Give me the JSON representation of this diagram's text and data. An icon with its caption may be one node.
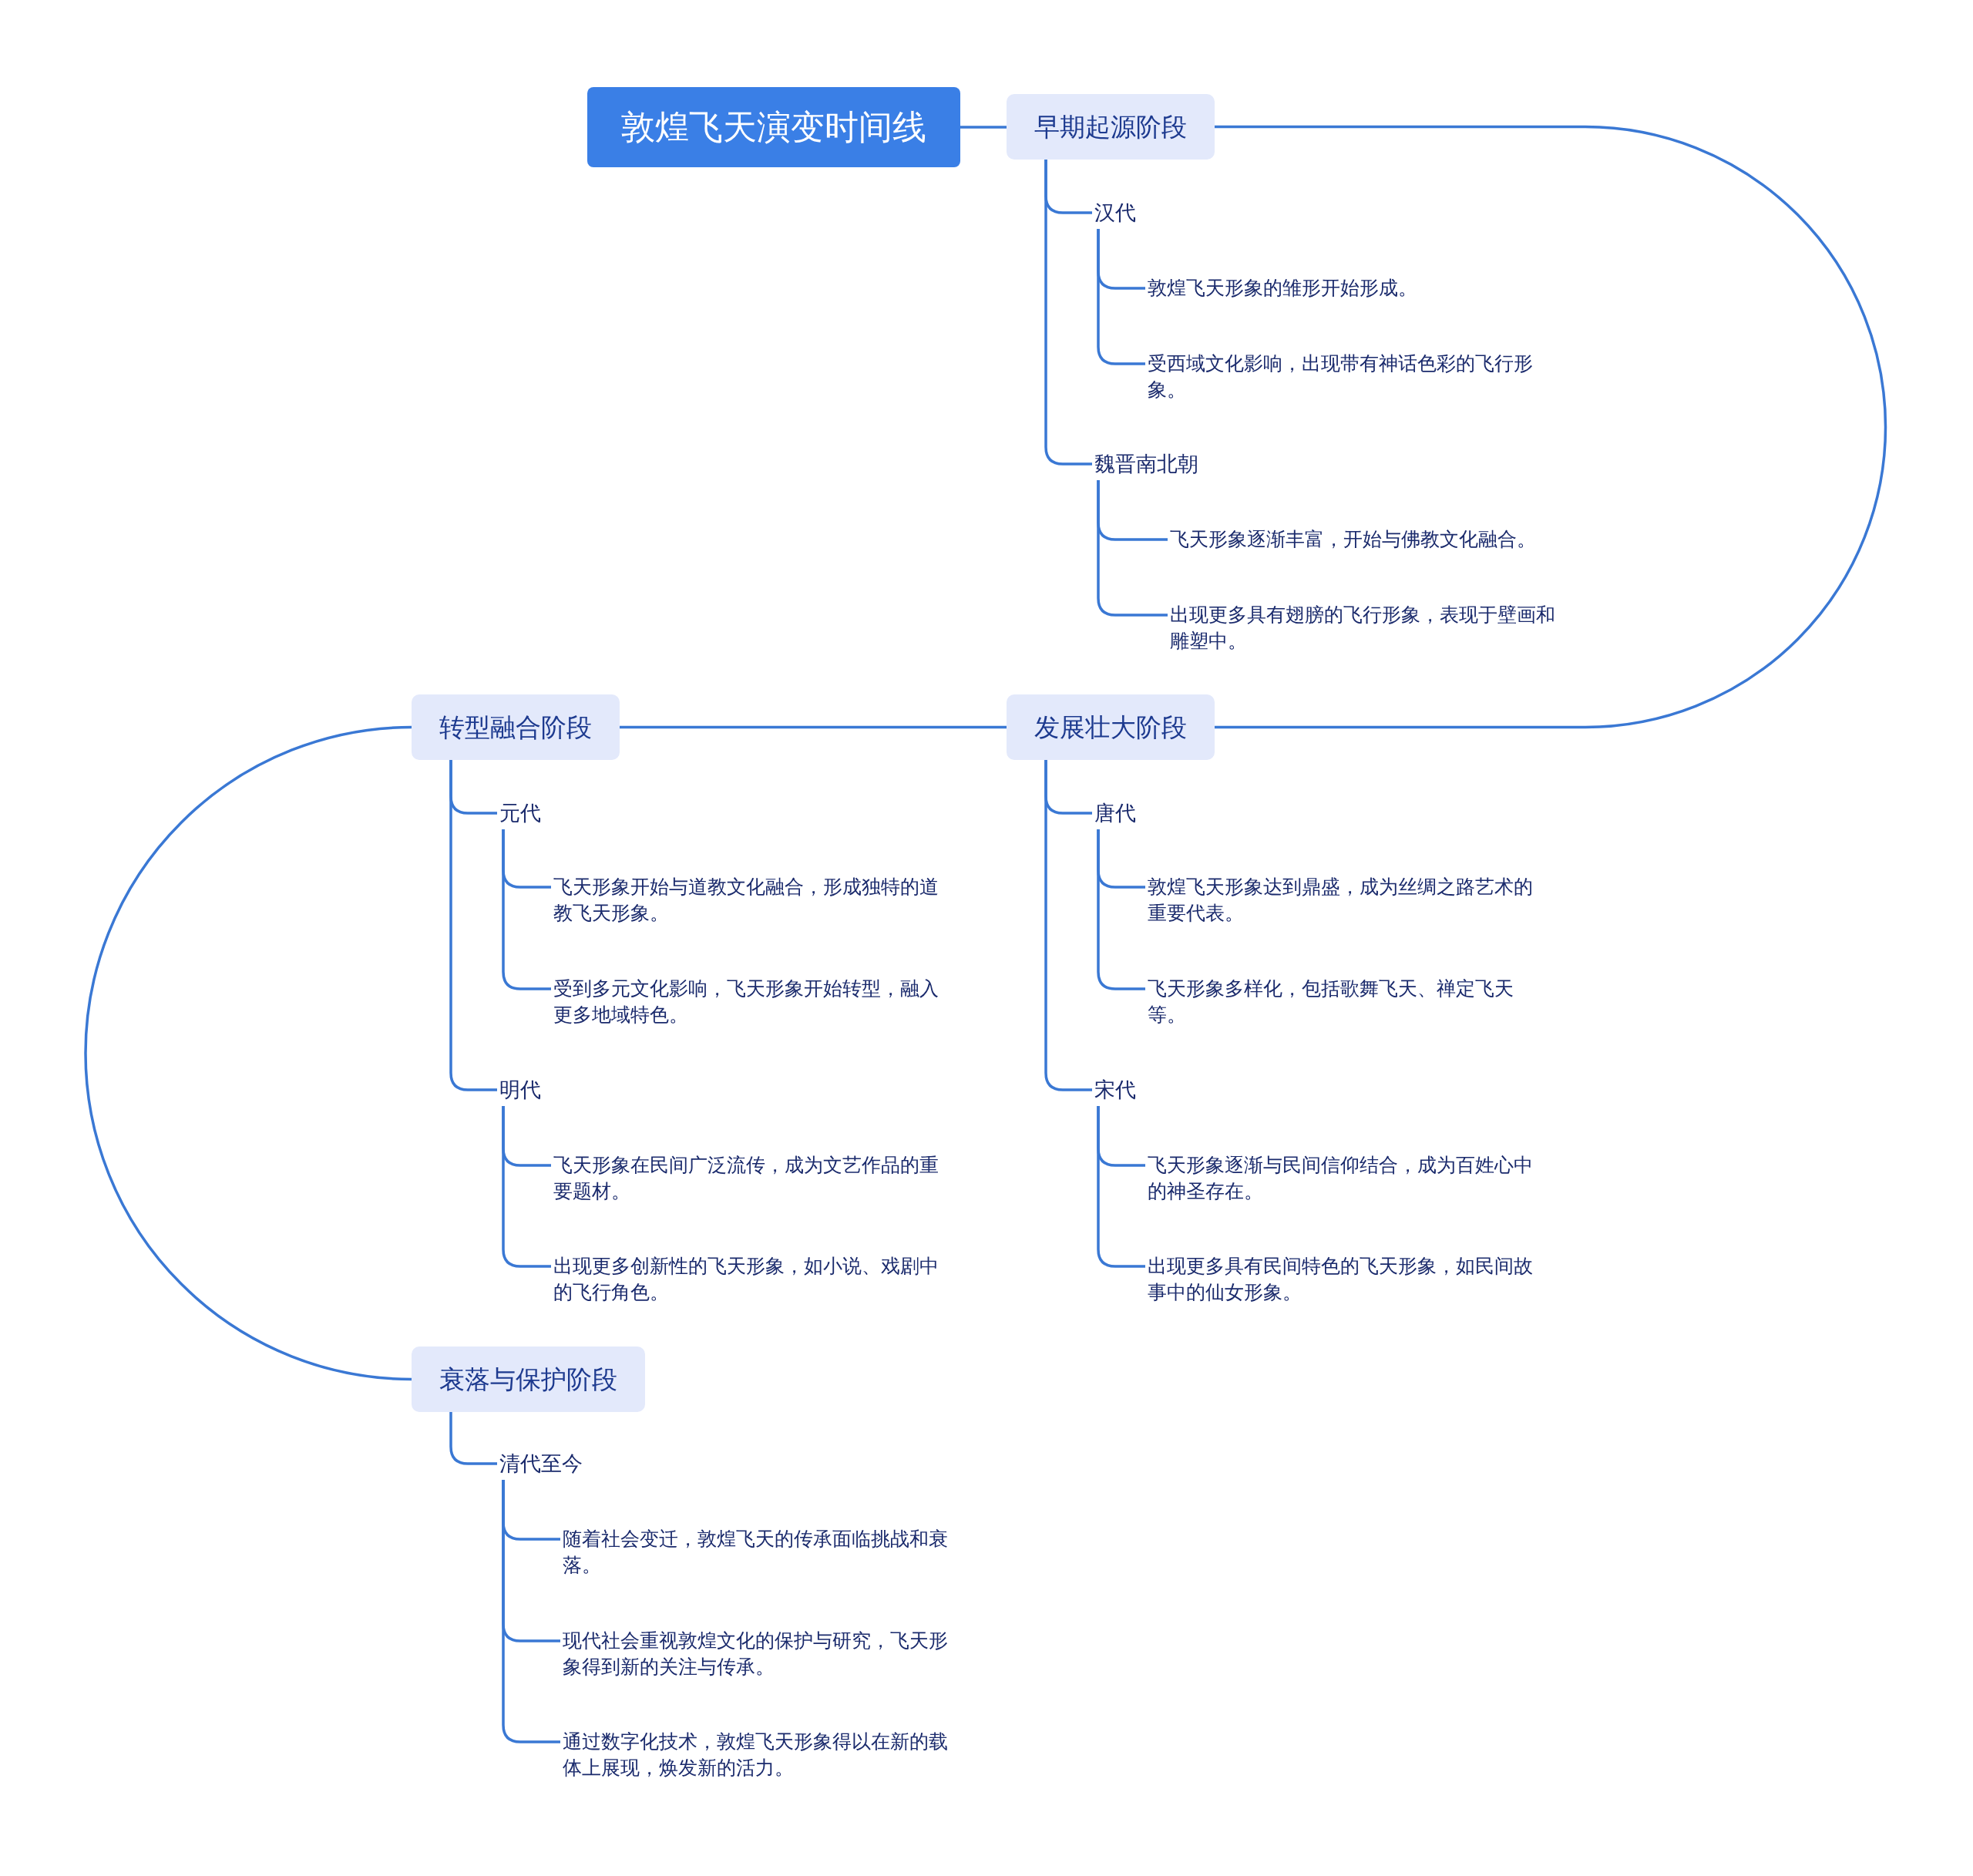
{
  "diagram": {
    "nodes": [
      {
        "text": [
          "敦煌飞天演变时间线"
        ]
      },
      {
        "text": [
          "早期起源阶段"
        ]
      },
      {
        "text": [
          "汉代"
        ]
      },
      {
        "text": [
          "敦煌飞天形象的雏形开始形成。"
        ]
      },
      {
        "text": [
          "受西域文化影响，出现带有神话色彩的飞行形象。"
        ]
      },
      {
        "text": [
          "魏晋南北朝"
        ]
      },
      {
        "text": [
          "飞天形象逐渐丰富，开始与佛教文化融合。"
        ]
      },
      {
        "text": [
          "出现更多具有翅膀的飞行形象，表现于壁画和雕塑中。"
        ]
      },
      {
        "text": [
          "发展壮大阶段"
        ]
      },
      {
        "text": [
          "唐代"
        ]
      },
      {
        "text": [
          "敦煌飞天形象达到鼎盛，成为丝绸之路艺术的重要代表。"
        ]
      },
      {
        "text": [
          "飞天形象多样化，包括歌舞飞天、禅定飞天等。"
        ]
      },
      {
        "text": [
          "宋代"
        ]
      },
      {
        "text": [
          "飞天形象逐渐与民间信仰结合，成为百姓心中的神圣存在。"
        ]
      },
      {
        "text": [
          "出现更多具有民间特色的飞天形象，如民间故事中的仙女形象。"
        ]
      },
      {
        "text": [
          "转型融合阶段"
        ]
      },
      {
        "text": [
          "元代"
        ]
      },
      {
        "text": [
          "飞天形象开始与道教文化融合，形成独特的道教飞天形象。"
        ]
      },
      {
        "text": [
          "受到多元文化影响，飞天形象开始转型，融入更多地域特色。"
        ]
      },
      {
        "text": [
          "明代"
        ]
      },
      {
        "text": [
          "飞天形象在民间广泛流传，成为文艺作品的重要题材。"
        ]
      },
      {
        "text": [
          "出现更多创新性的飞天形象，如小说、戏剧中的飞行角色。"
        ]
      },
      {
        "text": [
          "衰落与保护阶段"
        ]
      },
      {
        "text": [
          "清代至今"
        ]
      },
      {
        "text": [
          "随着社会变迁，敦煌飞天的传承面临挑战和衰落。"
        ]
      },
      {
        "text": [
          "现代社会重视敦煌文化的保护与研究，飞天形象得到新的关注与传承。"
        ]
      },
      {
        "text": [
          "通过数字化技术，敦煌飞天形象得以在新的载体上展现，焕发新的活力。"
        ]
      }
    ],
    "edges": [
      {
        "from": 0,
        "to": 1,
        "arrow": "none"
      },
      {
        "from": 1,
        "to": 8,
        "arrow": "none"
      },
      {
        "from": 8,
        "to": 15,
        "arrow": "none"
      },
      {
        "from": 15,
        "to": 22,
        "arrow": "none"
      },
      {
        "from": 1,
        "to": 2,
        "arrow": "none"
      },
      {
        "from": 2,
        "to": 3,
        "arrow": "none"
      },
      {
        "from": 2,
        "to": 4,
        "arrow": "none"
      },
      {
        "from": 1,
        "to": 5,
        "arrow": "none"
      },
      {
        "from": 5,
        "to": 6,
        "arrow": "none"
      },
      {
        "from": 5,
        "to": 7,
        "arrow": "none"
      },
      {
        "from": 8,
        "to": 9,
        "arrow": "none"
      },
      {
        "from": 9,
        "to": 10,
        "arrow": "none"
      },
      {
        "from": 9,
        "to": 11,
        "arrow": "none"
      },
      {
        "from": 8,
        "to": 12,
        "arrow": "none"
      },
      {
        "from": 12,
        "to": 13,
        "arrow": "none"
      },
      {
        "from": 12,
        "to": 14,
        "arrow": "none"
      },
      {
        "from": 15,
        "to": 16,
        "arrow": "none"
      },
      {
        "from": 16,
        "to": 17,
        "arrow": "none"
      },
      {
        "from": 16,
        "to": 18,
        "arrow": "none"
      },
      {
        "from": 15,
        "to": 19,
        "arrow": "none"
      },
      {
        "from": 19,
        "to": 20,
        "arrow": "none"
      },
      {
        "from": 19,
        "to": 21,
        "arrow": "none"
      },
      {
        "from": 22,
        "to": 23,
        "arrow": "none"
      },
      {
        "from": 23,
        "to": 24,
        "arrow": "none"
      },
      {
        "from": 23,
        "to": 25,
        "arrow": "none"
      },
      {
        "from": 23,
        "to": 26,
        "arrow": "none"
      }
    ]
  }
}
